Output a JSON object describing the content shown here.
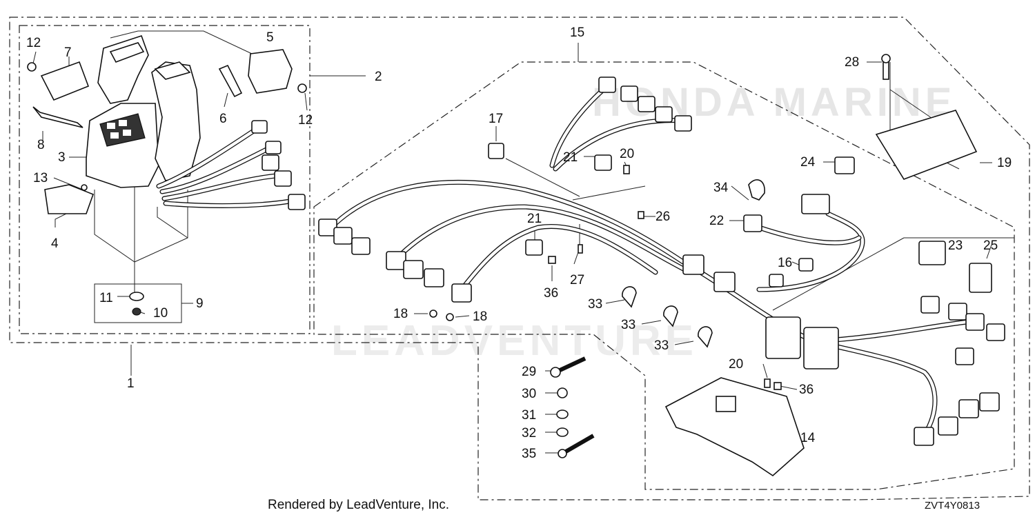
{
  "diagram": {
    "callouts": {
      "p1": "1",
      "p2": "2",
      "p3": "3",
      "p4": "4",
      "p5": "5",
      "p6": "6",
      "p7": "7",
      "p8": "8",
      "p9": "9",
      "p10": "10",
      "p11": "11",
      "p12a": "12",
      "p12b": "12",
      "p13": "13",
      "p14": "14",
      "p15": "15",
      "p16": "16",
      "p17": "17",
      "p18a": "18",
      "p18b": "18",
      "p19": "19",
      "p20a": "20",
      "p20b": "20",
      "p21a": "21",
      "p21b": "21",
      "p22": "22",
      "p23": "23",
      "p24": "24",
      "p25": "25",
      "p26": "26",
      "p27": "27",
      "p28": "28",
      "p29": "29",
      "p30": "30",
      "p31": "31",
      "p32": "32",
      "p33a": "33",
      "p33b": "33",
      "p33c": "33",
      "p34": "34",
      "p35": "35",
      "p36a": "36",
      "p36b": "36"
    },
    "footer_text": "Rendered by LeadVenture, Inc.",
    "diagram_code": "ZVT4Y0813",
    "watermark_brand": "HONDA MARINE",
    "watermark_text": "LEADVENTURE"
  }
}
